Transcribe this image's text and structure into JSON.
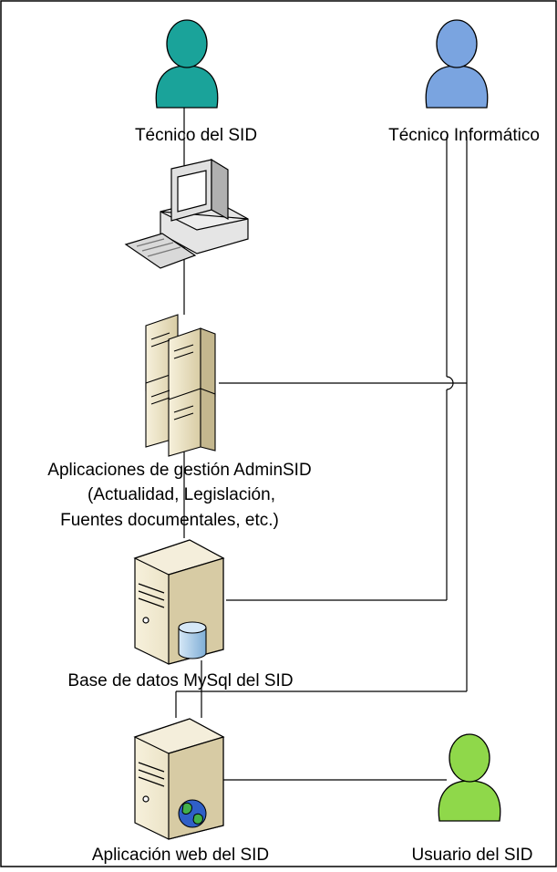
{
  "diagram": {
    "nodes": {
      "tecnico_sid": {
        "label": "Técnico del SID",
        "color": "#1aa39a"
      },
      "tecnico_informatico": {
        "label": "Técnico Informático",
        "color": "#7aa4e0"
      },
      "aplicaciones": {
        "lines": [
          "Aplicaciones de gestión AdminSID",
          "(Actualidad, Legislación,",
          "Fuentes documentales, etc.)"
        ]
      },
      "base_datos": {
        "label": "Base de datos MySql del SID"
      },
      "aplicacion_web": {
        "label": "Aplicación web del SID"
      },
      "usuario": {
        "label": "Usuario del SID",
        "color": "#8fd84a"
      }
    },
    "colors": {
      "server": "#ece3c6",
      "server_dark": "#c4b78e",
      "line": "#000000",
      "database": "#a9cbe8"
    }
  }
}
